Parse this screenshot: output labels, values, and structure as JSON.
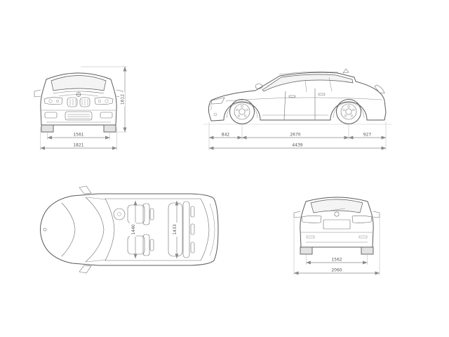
{
  "document": {
    "type": "vehicle-dimension-blueprint",
    "vehicle": "compact SUV technical drawing",
    "background_color": "#ffffff",
    "line_color": "#5a5a5a",
    "dimension_line_color": "#8a8a8a",
    "dimension_text_color": "#555555"
  },
  "dims": {
    "front": {
      "track": "1561",
      "overall_width": "1821",
      "overall_height": "1612"
    },
    "side": {
      "front_overhang": "842",
      "wheelbase": "2670",
      "rear_overhang": "927",
      "overall_length": "4439"
    },
    "top": {
      "front_interior_width": "1440",
      "rear_interior_width": "1433"
    },
    "rear": {
      "track": "1562",
      "overall_width_mirrors": "2060"
    }
  }
}
